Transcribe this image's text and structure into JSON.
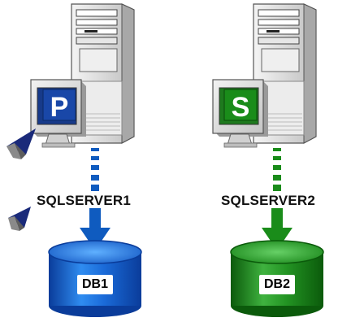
{
  "servers": [
    {
      "name": "SQLSERVER1",
      "badge_letter": "P",
      "database_label": "DB1",
      "theme_color": "#0f5bbf"
    },
    {
      "name": "SQLSERVER2",
      "badge_letter": "S",
      "database_label": "DB2",
      "theme_color": "#1a8c1a"
    }
  ],
  "colors": {
    "primary_blue": "#0f5bbf",
    "secondary_green": "#1a8c1a",
    "tower_gray": "#d9d9d9",
    "pointer_navy": "#1a2a7a"
  }
}
